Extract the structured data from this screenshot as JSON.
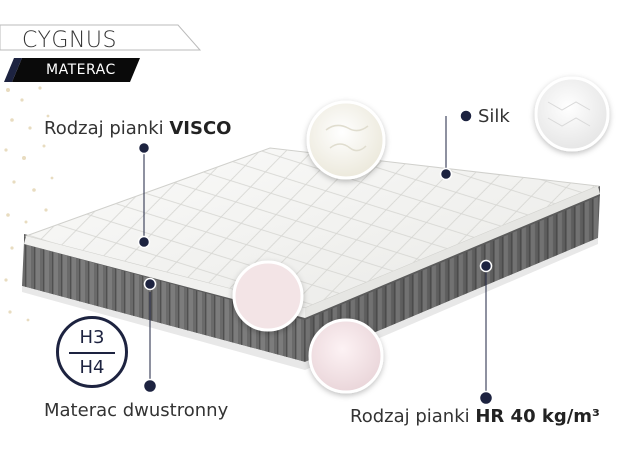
{
  "header": {
    "title": "CYGNUS",
    "subtitle": "MATERAC"
  },
  "labels": {
    "visco_prefix": "Rodzaj pianki ",
    "visco_bold": "VISCO",
    "silk": "Silk",
    "two_sided": "Materac dwustronny",
    "hr_prefix": "Rodzaj pianki ",
    "hr_bold": "HR 40 kg/m³"
  },
  "hardness": {
    "top": "H3",
    "bottom": "H4"
  },
  "colors": {
    "navy": "#1d2340",
    "gray_side": "#6b6b6b",
    "white_top": "#f4f4f2"
  }
}
